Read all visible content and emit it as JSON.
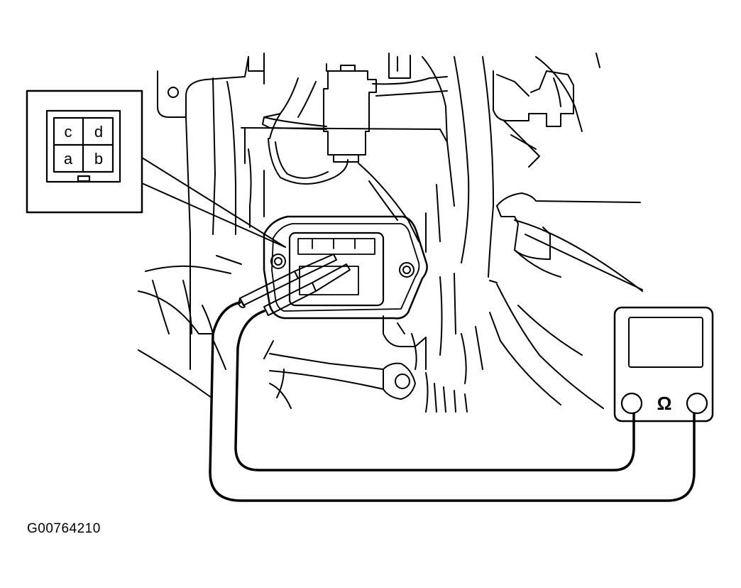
{
  "connector_inset": {
    "pins": {
      "c": "c",
      "d": "d",
      "a": "a",
      "b": "b"
    }
  },
  "ohmmeter": {
    "symbol": "Ω"
  },
  "figure_id": "G00764210",
  "colors": {
    "line": "#000000",
    "background": "#ffffff"
  }
}
